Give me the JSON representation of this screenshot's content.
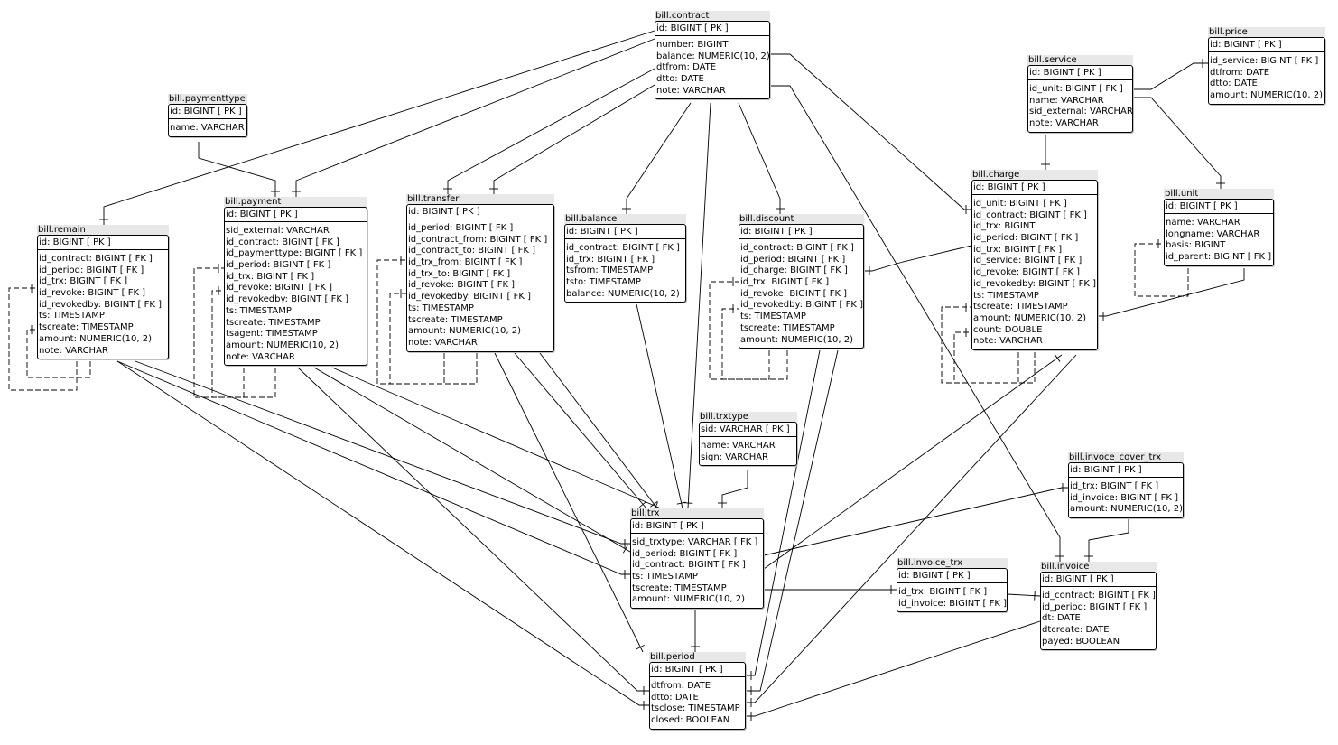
{
  "entities": {
    "contract": {
      "title": "bill.contract",
      "pk": "id: BIGINT  [ PK ]",
      "fields": [
        "number: BIGINT",
        "balance: NUMERIC(10, 2)",
        "dtfrom: DATE",
        "dtto: DATE",
        "note: VARCHAR"
      ]
    },
    "paymenttype": {
      "title": "bill.paymenttype",
      "pk": "id: BIGINT  [ PK ]",
      "fields": [
        "name: VARCHAR"
      ]
    },
    "service": {
      "title": "bill.service",
      "pk": "id: BIGINT  [ PK ]",
      "fields": [
        "id_unit: BIGINT  [ FK ]",
        "name: VARCHAR",
        "sid_external: VARCHAR",
        "note: VARCHAR"
      ]
    },
    "price": {
      "title": "bill.price",
      "pk": "id: BIGINT  [ PK ]",
      "fields": [
        "id_service: BIGINT  [ FK ]",
        "dtfrom: DATE",
        "dtto: DATE",
        "amount: NUMERIC(10, 2)"
      ]
    },
    "remain": {
      "title": "bill.remain",
      "pk": "id: BIGINT  [ PK ]",
      "fields": [
        "id_contract: BIGINT  [ FK ]",
        "id_period: BIGINT  [ FK ]",
        "id_trx: BIGINT  [ FK ]",
        "id_revoke: BIGINT  [ FK ]",
        "id_revokedby: BIGINT  [ FK ]",
        "ts: TIMESTAMP",
        "tscreate: TIMESTAMP",
        "amount: NUMERIC(10, 2)",
        "note: VARCHAR"
      ]
    },
    "payment": {
      "title": "bill.payment",
      "pk": "id: BIGINT  [ PK ]",
      "fields": [
        "sid_external: VARCHAR",
        "id_contract: BIGINT  [ FK ]",
        "id_paymenttype: BIGINT  [ FK ]",
        "id_period: BIGINT  [ FK ]",
        "id_trx: BIGINT  [ FK ]",
        "id_revoke: BIGINT  [ FK ]",
        "id_revokedby: BIGINT  [ FK ]",
        "ts: TIMESTAMP",
        "tscreate: TIMESTAMP",
        "tsagent: TIMESTAMP",
        "amount: NUMERIC(10, 2)",
        "note: VARCHAR"
      ]
    },
    "transfer": {
      "title": "bill.transfer",
      "pk": "id: BIGINT  [ PK ]",
      "fields": [
        "id_period: BIGINT  [ FK ]",
        "id_contract_from: BIGINT  [ FK ]",
        "id_contract_to: BIGINT  [ FK ]",
        "id_trx_from: BIGINT  [ FK ]",
        "id_trx_to: BIGINT  [ FK ]",
        "id_revoke: BIGINT  [ FK ]",
        "id_revokedby: BIGINT  [ FK ]",
        "ts: TIMESTAMP",
        "tscreate: TIMESTAMP",
        "amount: NUMERIC(10, 2)",
        "note: VARCHAR"
      ]
    },
    "balance": {
      "title": "bill.balance",
      "pk": "id: BIGINT  [ PK ]",
      "fields": [
        "id_contract: BIGINT  [ FK ]",
        "id_trx: BIGINT  [ FK ]",
        "tsfrom: TIMESTAMP",
        "tsto: TIMESTAMP",
        "balance: NUMERIC(10, 2)"
      ]
    },
    "discount": {
      "title": "bill.discount",
      "pk": "id: BIGINT  [ PK ]",
      "fields": [
        "id_contract: BIGINT  [ FK ]",
        "id_period: BIGINT  [ FK ]",
        "id_charge: BIGINT  [ FK ]",
        "id_trx: BIGINT  [ FK ]",
        "id_revoke: BIGINT  [ FK ]",
        "id_revokedby: BIGINT  [ FK ]",
        "ts: TIMESTAMP",
        "tscreate: TIMESTAMP",
        "amount: NUMERIC(10, 2)"
      ]
    },
    "charge": {
      "title": "bill.charge",
      "pk": "id: BIGINT  [ PK ]",
      "fields": [
        "id_unit: BIGINT  [ FK ]",
        "id_contract: BIGINT  [ FK ]",
        "id_trx: BIGINT",
        "id_period: BIGINT  [ FK ]",
        "id_trx: BIGINT  [ FK ]",
        "id_service: BIGINT  [ FK ]",
        "id_revoke: BIGINT  [ FK ]",
        "id_revokedby: BIGINT  [ FK ]",
        "ts: TIMESTAMP",
        "tscreate: TIMESTAMP",
        "amount: NUMERIC(10, 2)",
        "count: DOUBLE",
        "note: VARCHAR"
      ]
    },
    "unit": {
      "title": "bill.unit",
      "pk": "id: BIGINT  [ PK ]",
      "fields": [
        "name: VARCHAR",
        "longname: VARCHAR",
        "basis: BIGINT",
        "id_parent: BIGINT  [ FK ]"
      ]
    },
    "trxtype": {
      "title": "bill.trxtype",
      "pk": "sid: VARCHAR  [ PK ]",
      "fields": [
        "name: VARCHAR",
        "sign: VARCHAR"
      ]
    },
    "invoce_cover_trx": {
      "title": "bill.invoce_cover_trx",
      "pk": "id: BIGINT  [ PK ]",
      "fields": [
        "id_trx: BIGINT  [ FK ]",
        "id_invoice: BIGINT  [ FK ]",
        "amount: NUMERIC(10, 2)"
      ]
    },
    "trx": {
      "title": "bill.trx",
      "pk": "id: BIGINT  [ PK ]",
      "fields": [
        "sid_trxtype: VARCHAR  [ FK ]",
        "id_period: BIGINT  [ FK ]",
        "id_contract: BIGINT  [ FK ]",
        "ts: TIMESTAMP",
        "tscreate: TIMESTAMP",
        "amount: NUMERIC(10, 2)"
      ]
    },
    "invoice_trx": {
      "title": "bill.invoice_trx",
      "pk": "id: BIGINT  [ PK ]",
      "fields": [
        "id_trx: BIGINT  [ FK ]",
        "id_invoice: BIGINT  [ FK ]"
      ]
    },
    "invoice": {
      "title": "bill.invoice",
      "pk": "id: BIGINT  [ PK ]",
      "fields": [
        "id_contract: BIGINT  [ FK ]",
        "id_period: BIGINT  [ FK ]",
        "dt: DATE",
        "dtcreate: DATE",
        "payed: BOOLEAN"
      ]
    },
    "period": {
      "title": "bill.period",
      "pk": "id: BIGINT  [ PK ]",
      "fields": [
        "dtfrom: DATE",
        "dtto: DATE",
        "tsclose: TIMESTAMP",
        "closed: BOOLEAN"
      ]
    }
  }
}
